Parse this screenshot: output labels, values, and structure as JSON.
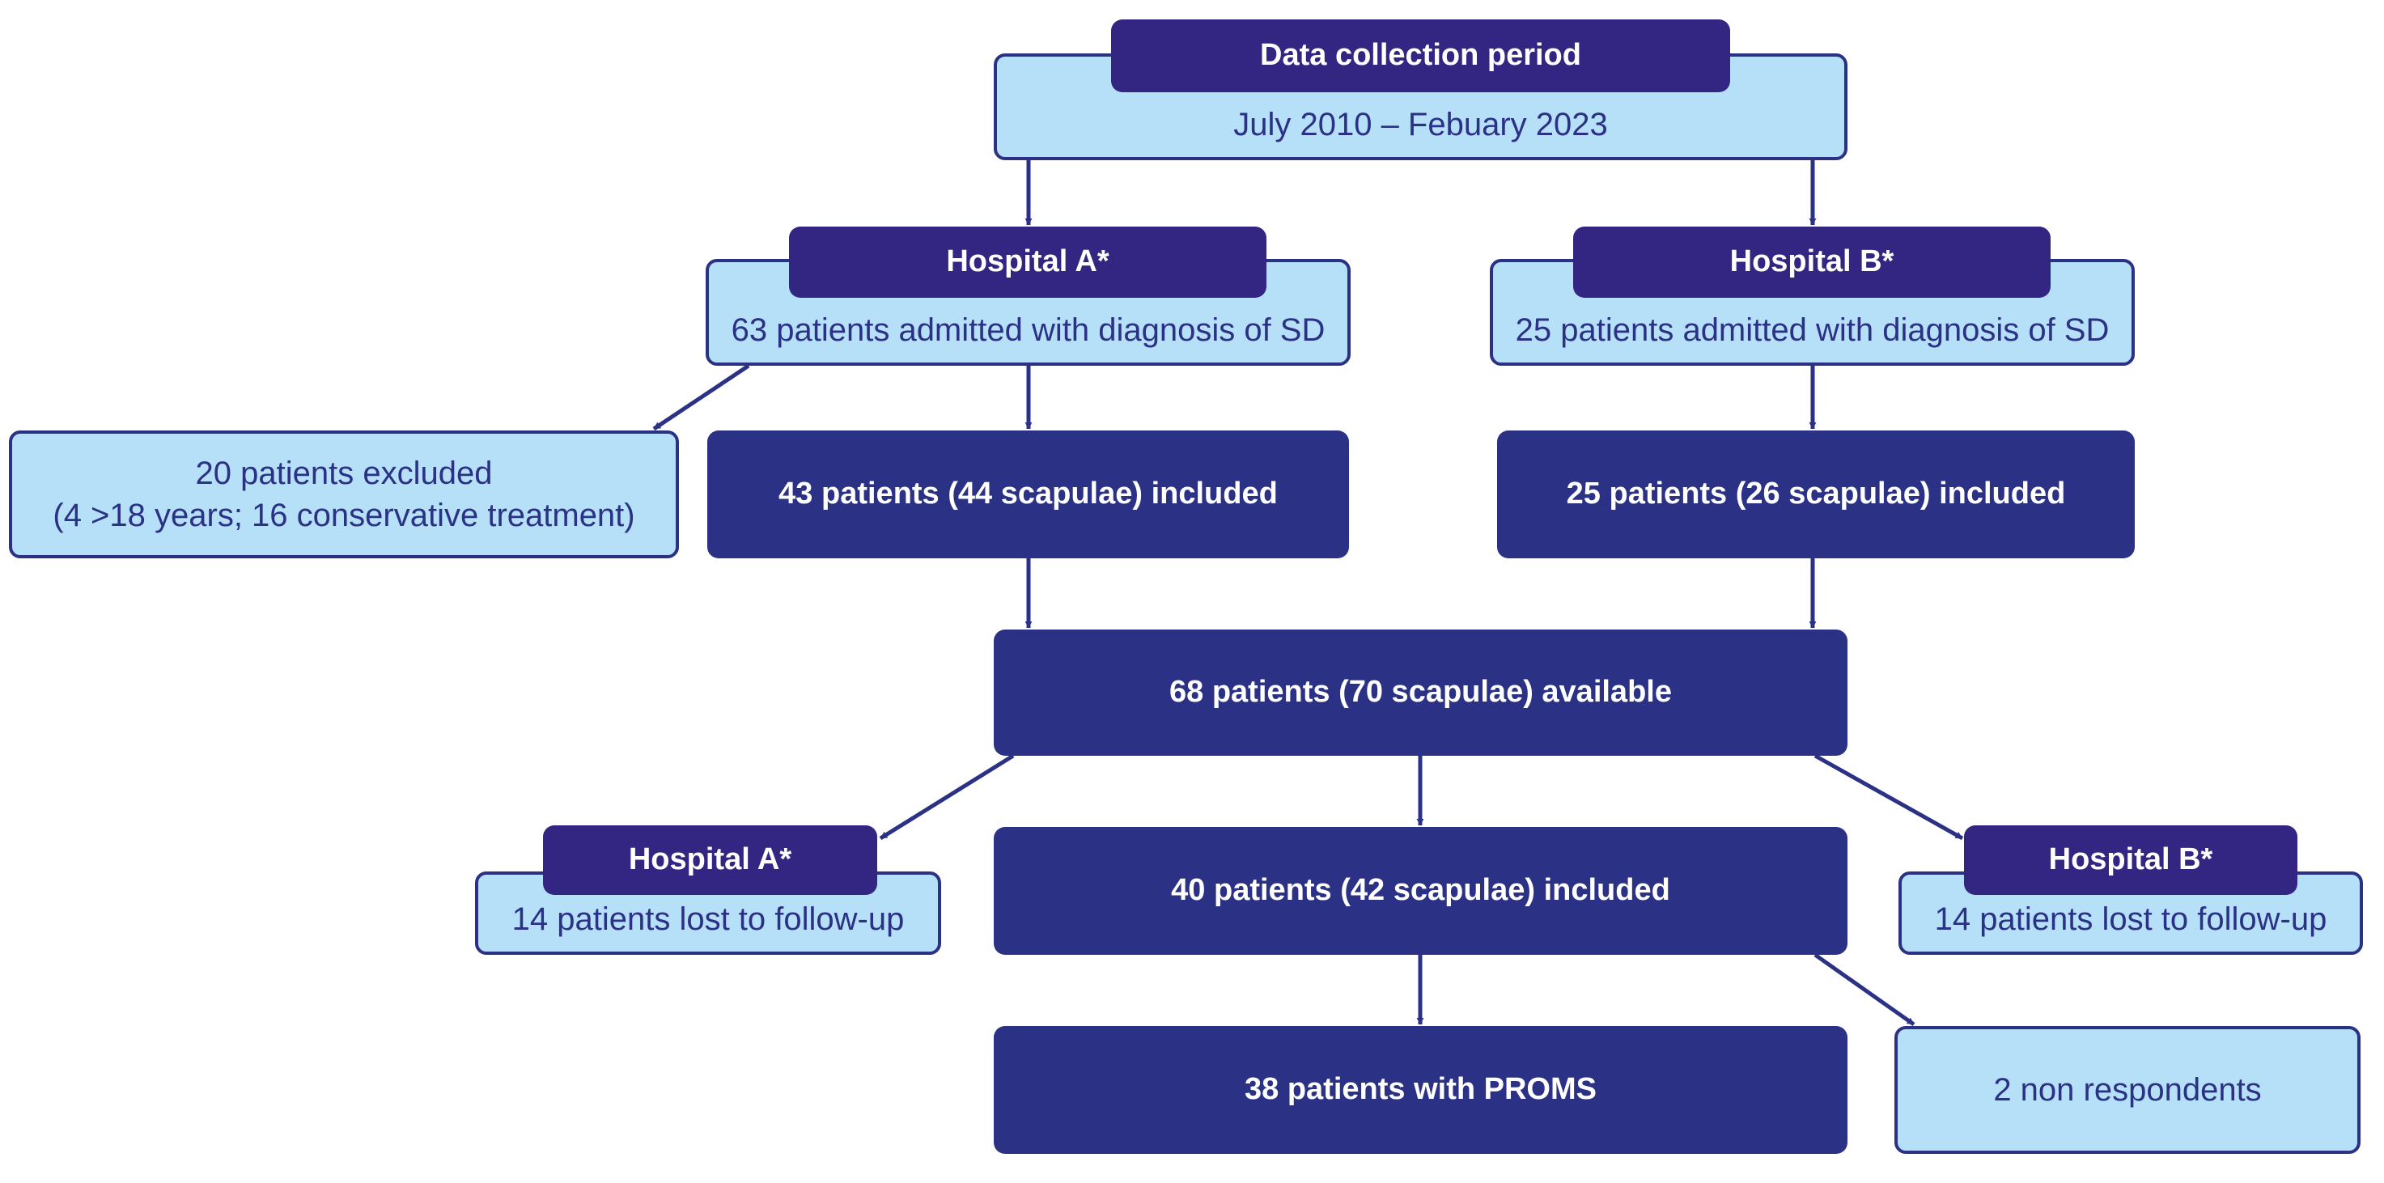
{
  "colors": {
    "light_fill": "#b6dff8",
    "dark_fill": "#2b3185",
    "header_fill": "#332682",
    "stroke": "#2b3185",
    "dark_text": "#2b3185",
    "light_text": "#ffffff"
  },
  "top": {
    "header": "Data collection period",
    "body": "July 2010 – Febuary 2023"
  },
  "hospital_a": {
    "header": "Hospital A*",
    "body": "63 patients admitted with diagnosis of SD"
  },
  "hospital_b": {
    "header": "Hospital B*",
    "body": "25 patients admitted with diagnosis of SD"
  },
  "excluded": {
    "line1": "20 patients excluded",
    "line2": "(4 >18 years; 16 conservative treatment)"
  },
  "included_a": "43 patients (44 scapulae) included",
  "included_b": "25 patients (26 scapulae) included",
  "available": "68 patients (70 scapulae) available",
  "lost_a": {
    "header": "Hospital A*",
    "body": "14 patients lost to follow-up"
  },
  "included_final": "40 patients (42 scapulae) included",
  "lost_b": {
    "header": "Hospital B*",
    "body": "14 patients lost to follow-up"
  },
  "proms": "38 patients with PROMS",
  "non_respondents": "2 non respondents"
}
